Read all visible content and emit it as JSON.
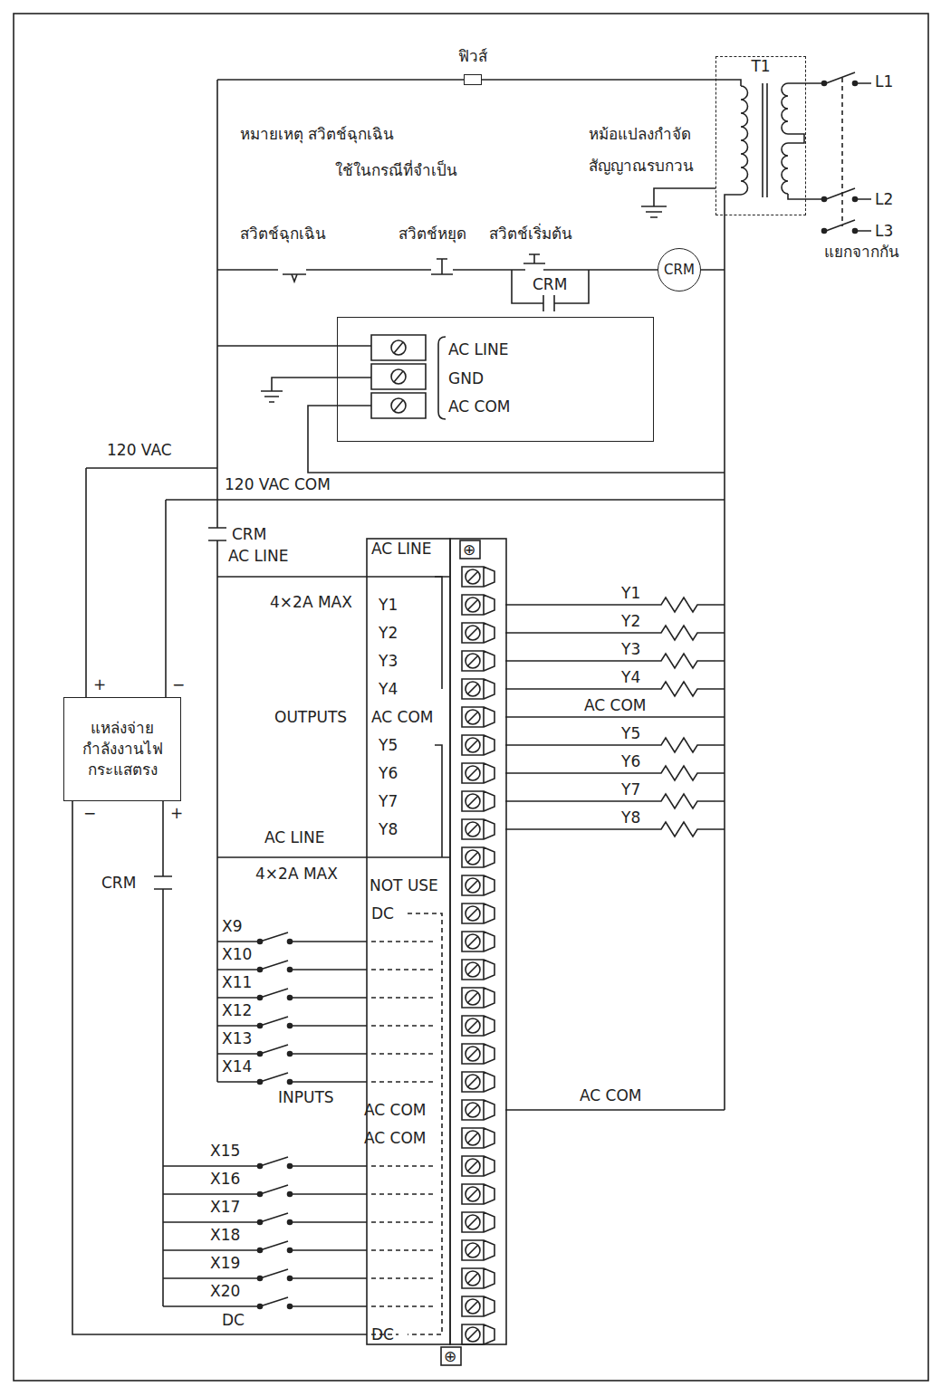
{
  "diagram": {
    "nodes": [
      {
        "text": [
          "ฟิวส์"
        ]
      },
      {
        "text": [
          "T1"
        ]
      },
      {
        "text": [
          "CRM"
        ]
      },
      {
        "text": [
          "AC LINE",
          "GND",
          "AC COM"
        ]
      },
      {
        "text": [
          "แหล่งจ่าย กำลังงานไฟ กระแสตรง"
        ]
      }
    ],
    "edges": [
      {
        "from": 0,
        "to": 1,
        "arrow": "none"
      }
    ],
    "labels": [
      "หมายเหตุ สวิตช์ฉุกเฉิน",
      "ใช้ในกรณีที่จำเป็น",
      "หม้อแปลงกำจัด",
      "สัญญาณรบกวน",
      "L1",
      "L2",
      "L3",
      "แยกจากกัน",
      "สวิตช์ฉุกเฉิน",
      "สวิตช์หยุด",
      "สวิตช์เริ่มต้น",
      "CRM",
      "120 VAC",
      "120 VAC COM",
      "CRM",
      "AC LINE",
      "AC LINE",
      "4×2A MAX",
      "Y1",
      "Y2",
      "Y3",
      "Y4",
      "OUTPUTS",
      "AC COM",
      "Y5",
      "Y6",
      "Y7",
      "Y8",
      "AC LINE",
      "4×2A MAX",
      "NOT USE",
      "DC",
      "INPUTS",
      "AC COM",
      "AC COM",
      "DC",
      "Y1",
      "Y2",
      "Y3",
      "Y4",
      "AC COM",
      "Y5",
      "Y6",
      "Y7",
      "Y8",
      "AC COM",
      "X9",
      "X10",
      "X11",
      "X12",
      "X13",
      "X14",
      "X15",
      "X16",
      "X17",
      "X18",
      "X19",
      "X20",
      "DC",
      "CRM",
      "+",
      "−",
      "−",
      "+",
      "⊕",
      "⊕"
    ]
  }
}
